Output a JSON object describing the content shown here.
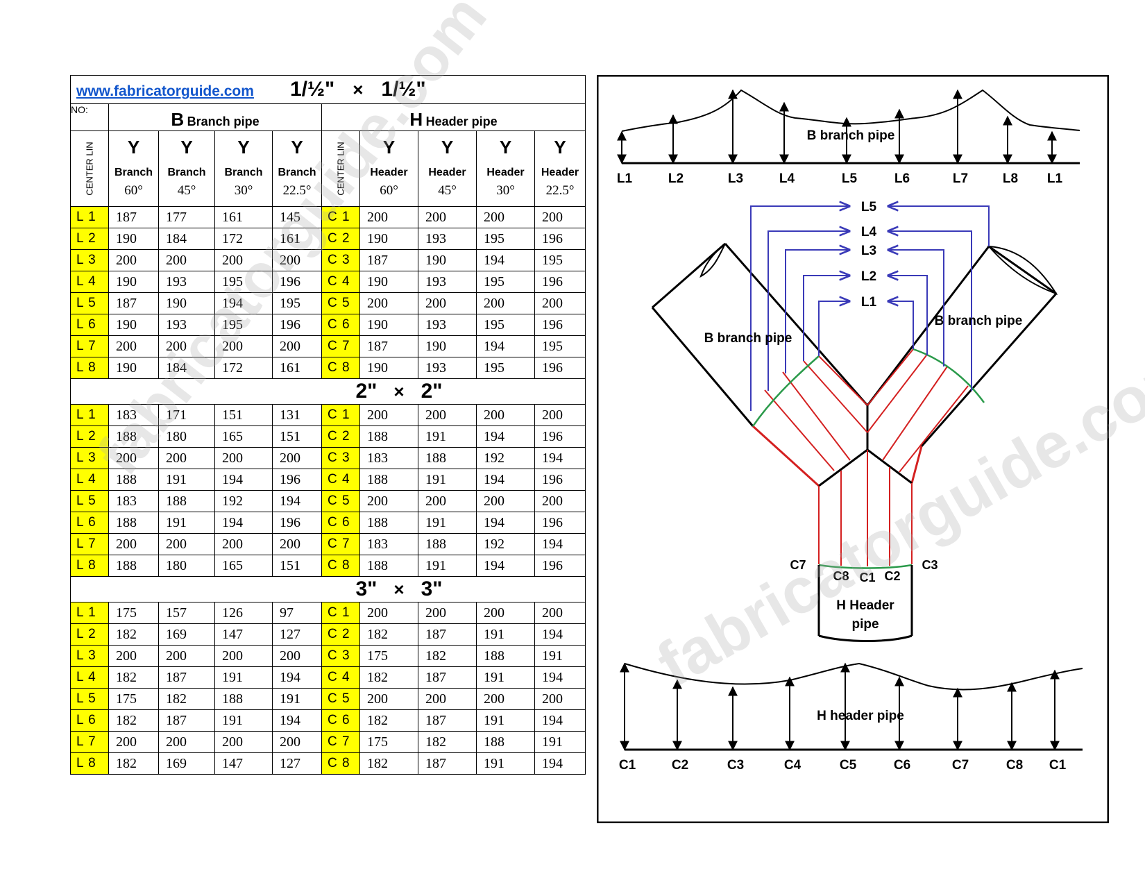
{
  "site": "www.fabricatorguide.com",
  "watermark": "fabricatorguide.com",
  "table_header": {
    "no_label": "NO:",
    "center_line": "CENTER LIN",
    "branch_section": {
      "letter": "B",
      "name": "Branch pipe"
    },
    "header_section": {
      "letter": "H",
      "name": "Header pipe"
    },
    "y_letter": "Y",
    "branch_word": "Branch",
    "header_word": "Header",
    "angles": [
      "60°",
      "45°",
      "30°",
      "22.5°"
    ]
  },
  "groups": [
    {
      "size_a": "1/½\"",
      "x": "×",
      "size_b": "1/½\"",
      "rows": [
        {
          "l": "L 1",
          "b": [
            "187",
            "177",
            "161",
            "145"
          ],
          "c": "C 1",
          "h": [
            "200",
            "200",
            "200",
            "200"
          ]
        },
        {
          "l": "L 2",
          "b": [
            "190",
            "184",
            "172",
            "161"
          ],
          "c": "C 2",
          "h": [
            "190",
            "193",
            "195",
            "196"
          ]
        },
        {
          "l": "L 3",
          "b": [
            "200",
            "200",
            "200",
            "200"
          ],
          "c": "C 3",
          "h": [
            "187",
            "190",
            "194",
            "195"
          ]
        },
        {
          "l": "L 4",
          "b": [
            "190",
            "193",
            "195",
            "196"
          ],
          "c": "C 4",
          "h": [
            "190",
            "193",
            "195",
            "196"
          ]
        },
        {
          "l": "L 5",
          "b": [
            "187",
            "190",
            "194",
            "195"
          ],
          "c": "C 5",
          "h": [
            "200",
            "200",
            "200",
            "200"
          ]
        },
        {
          "l": "L 6",
          "b": [
            "190",
            "193",
            "195",
            "196"
          ],
          "c": "C 6",
          "h": [
            "190",
            "193",
            "195",
            "196"
          ]
        },
        {
          "l": "L 7",
          "b": [
            "200",
            "200",
            "200",
            "200"
          ],
          "c": "C 7",
          "h": [
            "187",
            "190",
            "194",
            "195"
          ]
        },
        {
          "l": "L 8",
          "b": [
            "190",
            "184",
            "172",
            "161"
          ],
          "c": "C 8",
          "h": [
            "190",
            "193",
            "195",
            "196"
          ]
        }
      ]
    },
    {
      "size_a": "2\"",
      "x": "×",
      "size_b": "2\"",
      "rows": [
        {
          "l": "L 1",
          "b": [
            "183",
            "171",
            "151",
            "131"
          ],
          "c": "C 1",
          "h": [
            "200",
            "200",
            "200",
            "200"
          ]
        },
        {
          "l": "L 2",
          "b": [
            "188",
            "180",
            "165",
            "151"
          ],
          "c": "C 2",
          "h": [
            "188",
            "191",
            "194",
            "196"
          ]
        },
        {
          "l": "L 3",
          "b": [
            "200",
            "200",
            "200",
            "200"
          ],
          "c": "C 3",
          "h": [
            "183",
            "188",
            "192",
            "194"
          ]
        },
        {
          "l": "L 4",
          "b": [
            "188",
            "191",
            "194",
            "196"
          ],
          "c": "C 4",
          "h": [
            "188",
            "191",
            "194",
            "196"
          ]
        },
        {
          "l": "L 5",
          "b": [
            "183",
            "188",
            "192",
            "194"
          ],
          "c": "C 5",
          "h": [
            "200",
            "200",
            "200",
            "200"
          ]
        },
        {
          "l": "L 6",
          "b": [
            "188",
            "191",
            "194",
            "196"
          ],
          "c": "C 6",
          "h": [
            "188",
            "191",
            "194",
            "196"
          ]
        },
        {
          "l": "L 7",
          "b": [
            "200",
            "200",
            "200",
            "200"
          ],
          "c": "C 7",
          "h": [
            "183",
            "188",
            "192",
            "194"
          ]
        },
        {
          "l": "L 8",
          "b": [
            "188",
            "180",
            "165",
            "151"
          ],
          "c": "C 8",
          "h": [
            "188",
            "191",
            "194",
            "196"
          ]
        }
      ]
    },
    {
      "size_a": "3\"",
      "x": "×",
      "size_b": "3\"",
      "rows": [
        {
          "l": "L 1",
          "b": [
            "175",
            "157",
            "126",
            "97"
          ],
          "c": "C 1",
          "h": [
            "200",
            "200",
            "200",
            "200"
          ]
        },
        {
          "l": "L 2",
          "b": [
            "182",
            "169",
            "147",
            "127"
          ],
          "c": "C 2",
          "h": [
            "182",
            "187",
            "191",
            "194"
          ]
        },
        {
          "l": "L 3",
          "b": [
            "200",
            "200",
            "200",
            "200"
          ],
          "c": "C 3",
          "h": [
            "175",
            "182",
            "188",
            "191"
          ]
        },
        {
          "l": "L 4",
          "b": [
            "182",
            "187",
            "191",
            "194"
          ],
          "c": "C 4",
          "h": [
            "182",
            "187",
            "191",
            "194"
          ]
        },
        {
          "l": "L 5",
          "b": [
            "175",
            "182",
            "188",
            "191"
          ],
          "c": "C 5",
          "h": [
            "200",
            "200",
            "200",
            "200"
          ]
        },
        {
          "l": "L 6",
          "b": [
            "182",
            "187",
            "191",
            "194"
          ],
          "c": "C 6",
          "h": [
            "182",
            "187",
            "191",
            "194"
          ]
        },
        {
          "l": "L 7",
          "b": [
            "200",
            "200",
            "200",
            "200"
          ],
          "c": "C 7",
          "h": [
            "175",
            "182",
            "188",
            "191"
          ]
        },
        {
          "l": "L 8",
          "b": [
            "182",
            "169",
            "147",
            "127"
          ],
          "c": "C 8",
          "h": [
            "182",
            "187",
            "191",
            "194"
          ]
        }
      ]
    }
  ],
  "diagram": {
    "top_template_label": "B branch pipe",
    "top_axis_labels": [
      "L1",
      "L2",
      "L3",
      "L4",
      "L5",
      "L6",
      "L7",
      "L8",
      "L1"
    ],
    "mid_l_labels": [
      "L5",
      "L4",
      "L3",
      "L2",
      "L1"
    ],
    "left_branch_label": "B branch pipe",
    "right_branch_label": "B branch pipe",
    "c_labels": {
      "c7": "C7",
      "c8": "C8",
      "c1": "C1",
      "c2": "C2",
      "c3": "C3"
    },
    "header_label_line1": "H Header",
    "header_label_line2": "pipe",
    "bottom_template_label": "H header pipe",
    "bottom_axis_labels": [
      "C1",
      "C2",
      "C3",
      "C4",
      "C5",
      "C6",
      "C7",
      "C8",
      "C1"
    ]
  },
  "colors": {
    "highlight": "#ffff00",
    "link": "#1155cc",
    "arrow_blue": "#3a3ab8",
    "cut_red": "#d42020",
    "seam_green": "#2a9a4a"
  }
}
